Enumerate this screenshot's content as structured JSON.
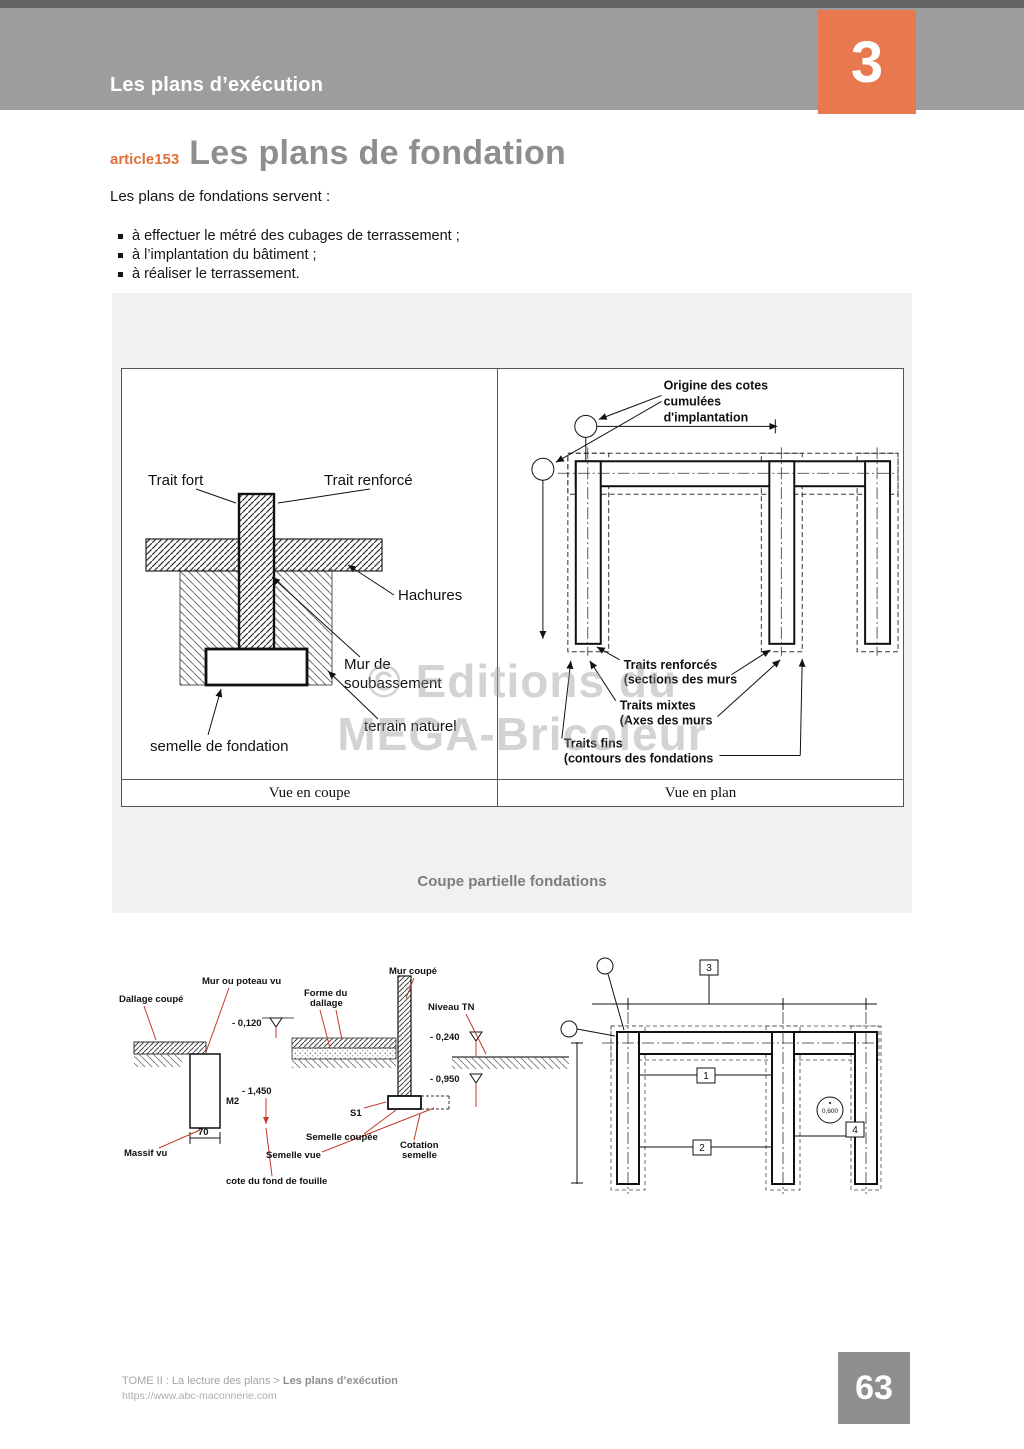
{
  "colors": {
    "accent_orange": "#e8784f",
    "tag_orange": "#e2703a",
    "band_gray": "#9d9d9d",
    "heading_gray": "#8e8e8e",
    "caption_gray": "#7d7d7d",
    "panel_gray": "#f1f1f1",
    "leader_red": "#c0392b",
    "page_box_gray": "#8f8f8f"
  },
  "header": {
    "section_title": "Les plans d’exécution",
    "chapter_number": "3"
  },
  "article": {
    "tag": "article153",
    "title": "Les plans de fondation"
  },
  "intro": "Les plans de fondations servent :",
  "bullets": [
    {
      "text": "à effectuer le métré des cubages de terrassement ;"
    },
    {
      "text": "à l’implantation du bâtiment ;"
    },
    {
      "text": "à réaliser le terrassement."
    }
  ],
  "figure1": {
    "caption": "Coupe partielle fondations",
    "watermark": {
      "line1": "© Editions du",
      "line2": "MEGA-Bricoleur"
    },
    "coupe": {
      "caption": "Vue en coupe",
      "labels": {
        "trait_fort": "Trait fort",
        "trait_renforce": "Trait renforcé",
        "hachures": "Hachures",
        "mur_line1": "Mur de",
        "mur_line2": "soubassement",
        "terrain_naturel": "terrain naturel",
        "semelle": "semelle de fondation"
      }
    },
    "plan": {
      "caption": "Vue en plan",
      "labels": {
        "origine_line1": "Origine des cotes",
        "origine_line2": "cumulées",
        "origine_line3": "d'implantation",
        "renforces_line1": "Traits renforcés",
        "renforces_line2": "(sections des murs",
        "mixtes_line1": "Traits mixtes",
        "mixtes_line2": "(Axes des murs",
        "fins_line1": "Traits fins",
        "fins_line2": "(contours des fondations"
      }
    }
  },
  "figure2": {
    "section": {
      "labels": {
        "dallage_coupe": "Dallage coupé",
        "mur_ou_poteau_vu": "Mur ou poteau vu",
        "forme_line1": "Forme du",
        "forme_line2": "dallage",
        "mur_coupe": "Mur coupé",
        "niveau_tn": "Niveau TN",
        "cote_0_120": "- 0,120",
        "cote_0_240": "- 0,240",
        "cote_1_450": "- 1,450",
        "cote_0_950": "- 0,950",
        "m2": "M2",
        "dim_70": "70",
        "s1": "S1",
        "massif_vu": "Massif vu",
        "semelle_vue": "Semelle vue",
        "semelle_coupee": "Semelle coupée",
        "cotation_line1": "Cotation",
        "cotation_line2": "semelle",
        "cote_fond_fouille": "cote du fond de fouille"
      }
    },
    "plan": {
      "ref_1": "1",
      "ref_2": "2",
      "ref_3": "3",
      "ref_4": "4",
      "niveau_circle": "0,600"
    }
  },
  "footer": {
    "breadcrumb_prefix": "TOME II : La lecture des plans > ",
    "breadcrumb_current": "Les plans d’exécution",
    "url": "https://www.abc-maconnerie.com",
    "page_number": "63"
  }
}
